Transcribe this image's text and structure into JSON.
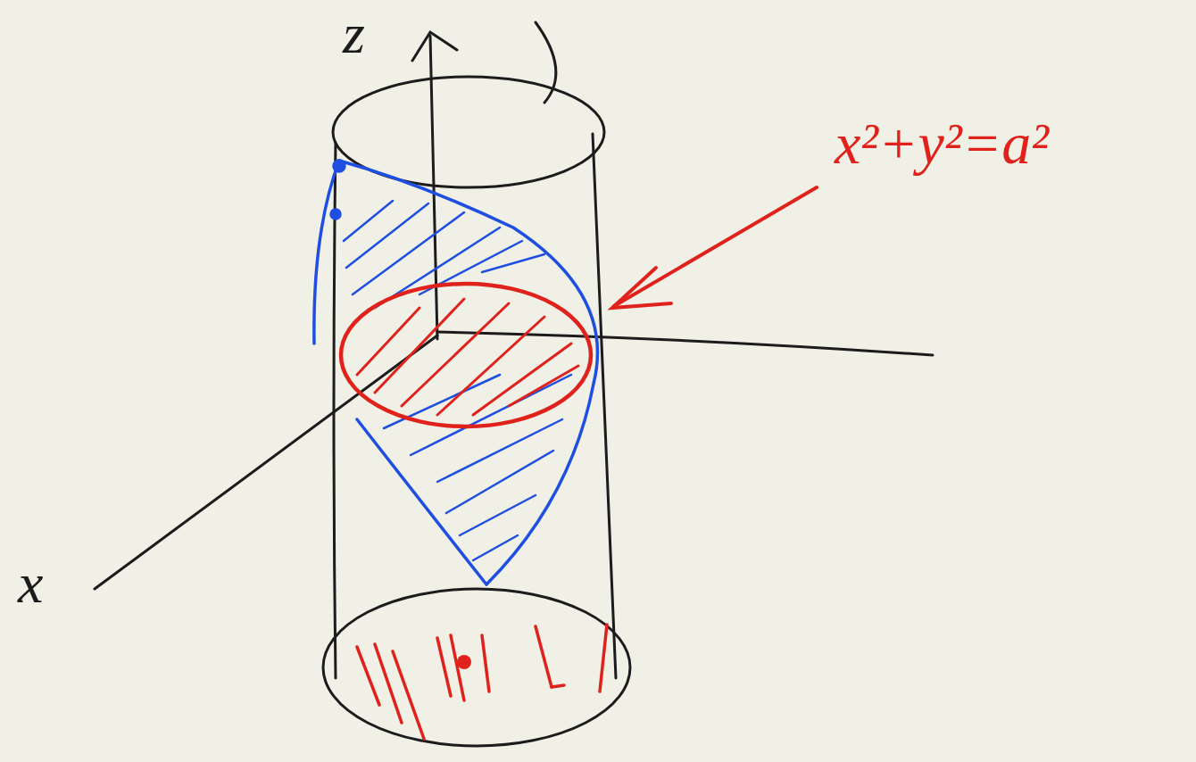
{
  "diagram": {
    "labels": [
      "z",
      "x",
      "x²+y²=a²"
    ]
  }
}
